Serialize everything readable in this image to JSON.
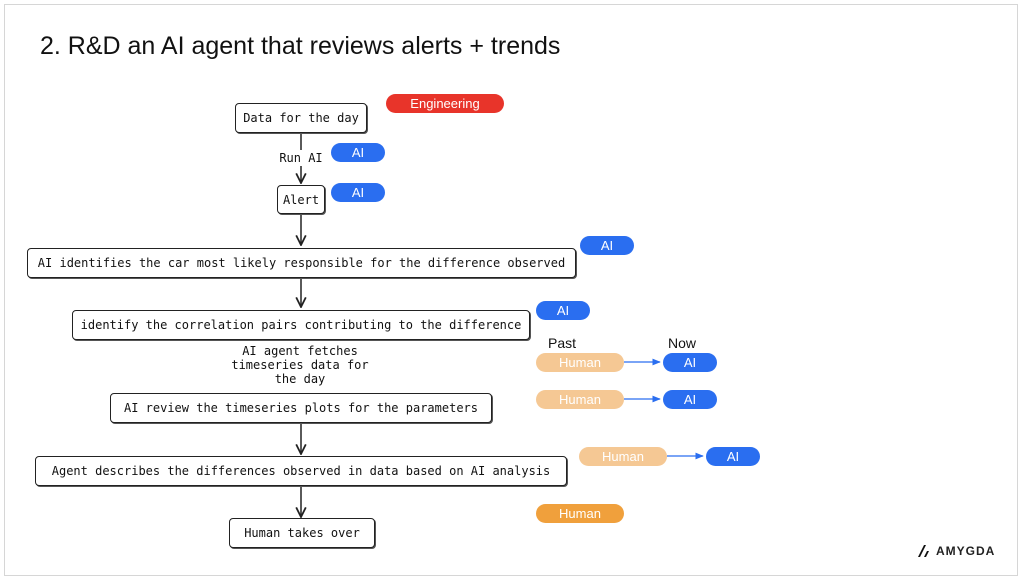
{
  "title": "2. R&D an AI agent that reviews alerts + trends",
  "steps": {
    "data_for_day": "Data for the day",
    "run_ai": "Run AI",
    "alert": "Alert",
    "identify_car": "AI identifies the car most likely responsible for the difference observed",
    "correlation_pairs": "identify the correlation pairs contributing to the difference",
    "fetch_note": [
      "AI agent fetches",
      "timeseries data for",
      "the day"
    ],
    "review_plots": "AI review the timeseries plots for the parameters",
    "describe_diff": "Agent describes the differences observed in data based on AI analysis",
    "human_takes_over": "Human takes over"
  },
  "tags": {
    "engineering": "Engineering",
    "ai": "AI",
    "human": "Human"
  },
  "headers": {
    "past": "Past",
    "now": "Now"
  },
  "colors": {
    "ai": "#2a6ef0",
    "human_faded": "#f5c894",
    "human": "#f0a03c",
    "engineering": "#e8342a"
  },
  "logo": {
    "text": "AMYGDA",
    "icon": "amygda-logo-icon"
  }
}
